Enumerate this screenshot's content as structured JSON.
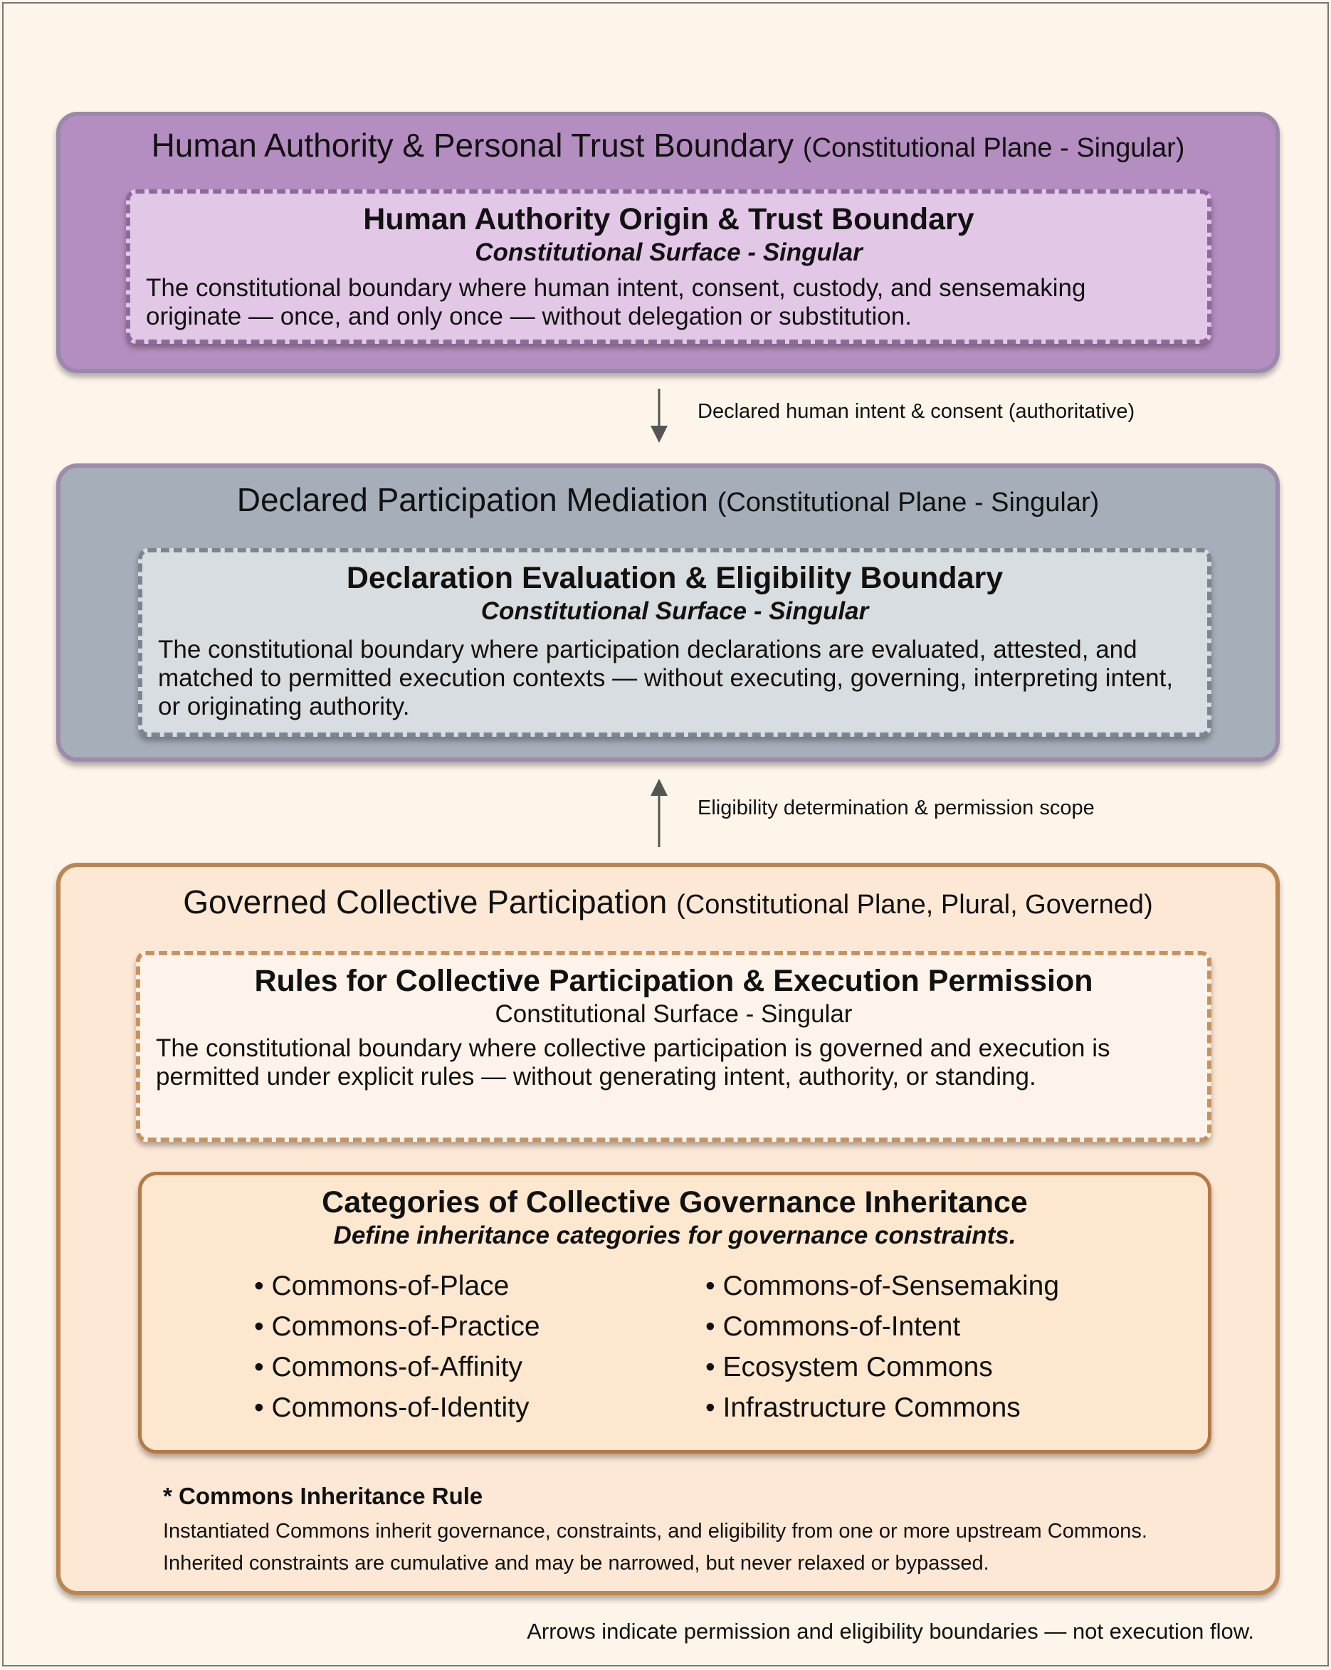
{
  "plane1": {
    "title": "Human Authority & Personal Trust Boundary",
    "qualifier": "(Constitutional Plane - Singular)",
    "surface": {
      "title": "Human Authority Origin & Trust Boundary",
      "subtitle": "Constitutional Surface - Singular",
      "body": "The constitutional boundary where human intent, consent, custody, and sensemaking originate — once, and only once — without delegation or substitution."
    }
  },
  "arrow1": {
    "label": "Declared human intent & consent (authoritative)",
    "direction": "down"
  },
  "plane2": {
    "title": "Declared Participation Mediation",
    "qualifier": "(Constitutional Plane - Singular)",
    "surface": {
      "title": "Declaration Evaluation & Eligibility Boundary",
      "subtitle": "Constitutional Surface - Singular",
      "body": "The constitutional boundary where participation declarations are evaluated, attested, and matched to permitted execution contexts — without executing, governing, interpreting intent, or originating authority."
    }
  },
  "arrow2": {
    "label": "Eligibility determination & permission scope",
    "direction": "up"
  },
  "plane3": {
    "title": "Governed Collective Participation",
    "qualifier": "(Constitutional Plane, Plural, Governed)",
    "surface": {
      "title": "Rules for Collective Participation & Execution Permission",
      "subtitle": "Constitutional Surface - Singular",
      "body": "The constitutional boundary where collective participation is governed and execution is permitted under explicit rules — without generating intent, authority, or standing."
    },
    "categories": {
      "title": "Categories of Collective Governance Inheritance",
      "subtitle": "Define inheritance categories for governance constraints.",
      "left": [
        "Commons-of-Place",
        "Commons-of-Practice",
        "Commons-of-Affinity",
        "Commons-of-Identity"
      ],
      "right": [
        "Commons-of-Sensemaking",
        "Commons-of-Intent",
        "Ecosystem Commons",
        "Infrastructure Commons"
      ]
    },
    "note": {
      "title": "* Commons Inheritance Rule",
      "body": "Instantiated Commons inherit governance, constraints, and eligibility from one or more upstream Commons. Inherited constraints are cumulative and may be narrowed, but never relaxed or bypassed."
    }
  },
  "footer": "Arrows indicate permission and eligibility boundaries — not execution flow.",
  "colors": {
    "plane1": "#b48ec0",
    "plane2": "#a5aeb9",
    "plane3": "#fde8d6",
    "accent": "#bd8650"
  }
}
